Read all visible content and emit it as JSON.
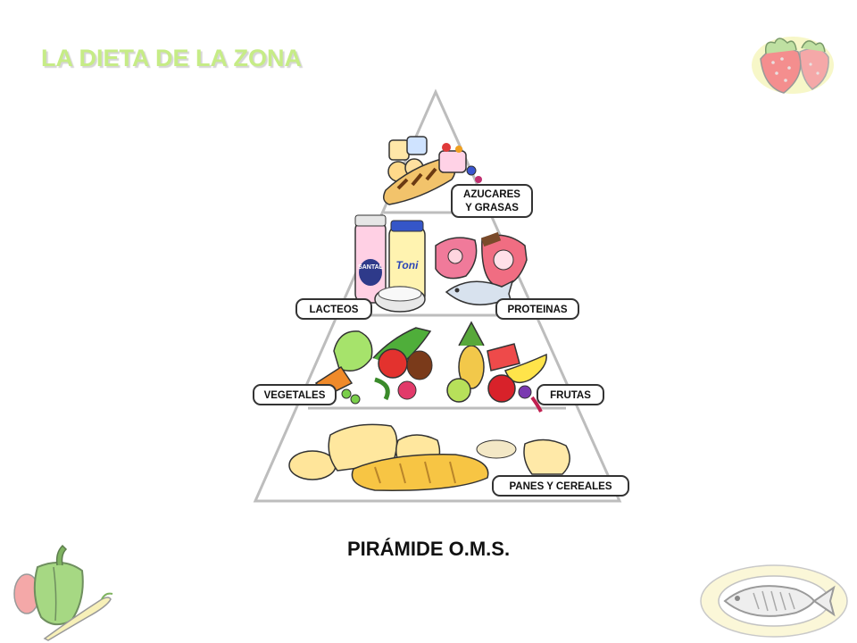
{
  "slide": {
    "title": "LA DIETA DE LA ZONA",
    "caption": "PIRÁMIDE O.M.S."
  },
  "pyramid": {
    "labels": {
      "sugars_line1": "AZUCARES",
      "sugars_line2": "Y GRASAS",
      "dairy": "LACTEOS",
      "proteins": "PROTEINAS",
      "vegetables": "VEGETALES",
      "fruits": "FRUTAS",
      "breads": "PANES Y CEREALES"
    },
    "brand_text": {
      "bottle1": "SANTAL",
      "bottle2": "Toni"
    }
  },
  "icons": [
    "strawberry-icon",
    "pepper-icon",
    "fish-plate-icon"
  ]
}
